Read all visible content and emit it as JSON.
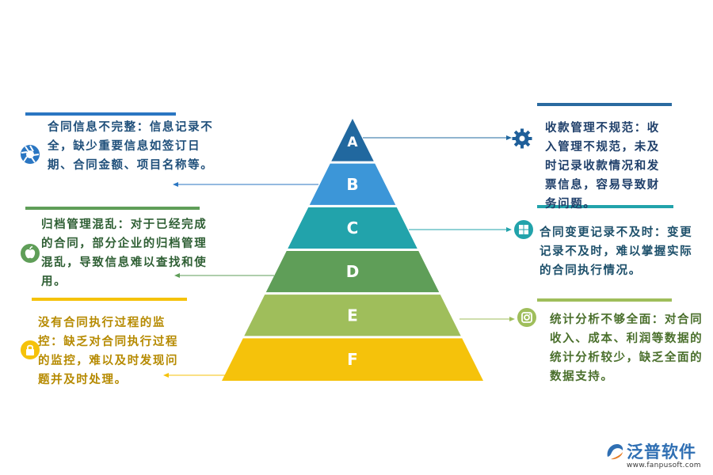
{
  "levels": [
    {
      "label": "A",
      "color": "#21689f"
    },
    {
      "label": "B",
      "color": "#3c96d8"
    },
    {
      "label": "C",
      "color": "#22a3ab"
    },
    {
      "label": "D",
      "color": "#5f9e58"
    },
    {
      "label": "E",
      "color": "#9fbe5b"
    },
    {
      "label": "F",
      "color": "#f5c20b"
    }
  ],
  "notes": {
    "left1": {
      "text": "合同信息不完整：信息记录不全，缺少重要信息如签订日期、合同金额、项目名称等。",
      "color": "#1f4f7a",
      "icon": "aperture-icon"
    },
    "left2": {
      "text": "归档管理混乱：对于已经完成的合同，部分企业的归档管理混乱，导致信息难以查找和使用。",
      "color": "#2f5f34",
      "icon": "apple-icon"
    },
    "left3": {
      "text": "没有合同执行过程的监控：缺乏对合同执行过程的监控，难以及时发现问题并及时处理。",
      "color": "#b68a00",
      "icon": "lock-icon"
    },
    "right1": {
      "text": "收款管理不规范：收入管理不规范，未及时记录收款情况和发票信息，容易导致财务问题。",
      "color": "#1f3f6a",
      "icon": "gear-icon"
    },
    "right2": {
      "text": "合同变更记录不及时：变更记录不及时，难以掌握实际的合同执行情况。",
      "color": "#1c4f6a",
      "icon": "windows-icon"
    },
    "right3": {
      "text": "统计分析不够全面：对合同收入、成本、利润等数据的统计分析较少，缺乏全面的数据支持。",
      "color": "#4a6f2c",
      "icon": "instagram-icon"
    }
  },
  "colors": {
    "bar_left1": "#2a76c2",
    "bar_left2": "#5f9e58",
    "bar_left3": "#f5c20b",
    "bar_right1": "#2a6aa0",
    "bar_right2": "#22a3ab",
    "bar_right3": "#9fbe5b",
    "icon_left1": "#2a76c2",
    "icon_left2": "#5f9e58",
    "icon_left3": "#f5c20b",
    "icon_right1": "#1f5f9a",
    "icon_right2": "#22a3ab",
    "icon_right3": "#9fbe5b"
  },
  "brand": {
    "name": "泛普软件",
    "url": "www.fanpusoft.com",
    "icon": "brand-logo-icon"
  }
}
